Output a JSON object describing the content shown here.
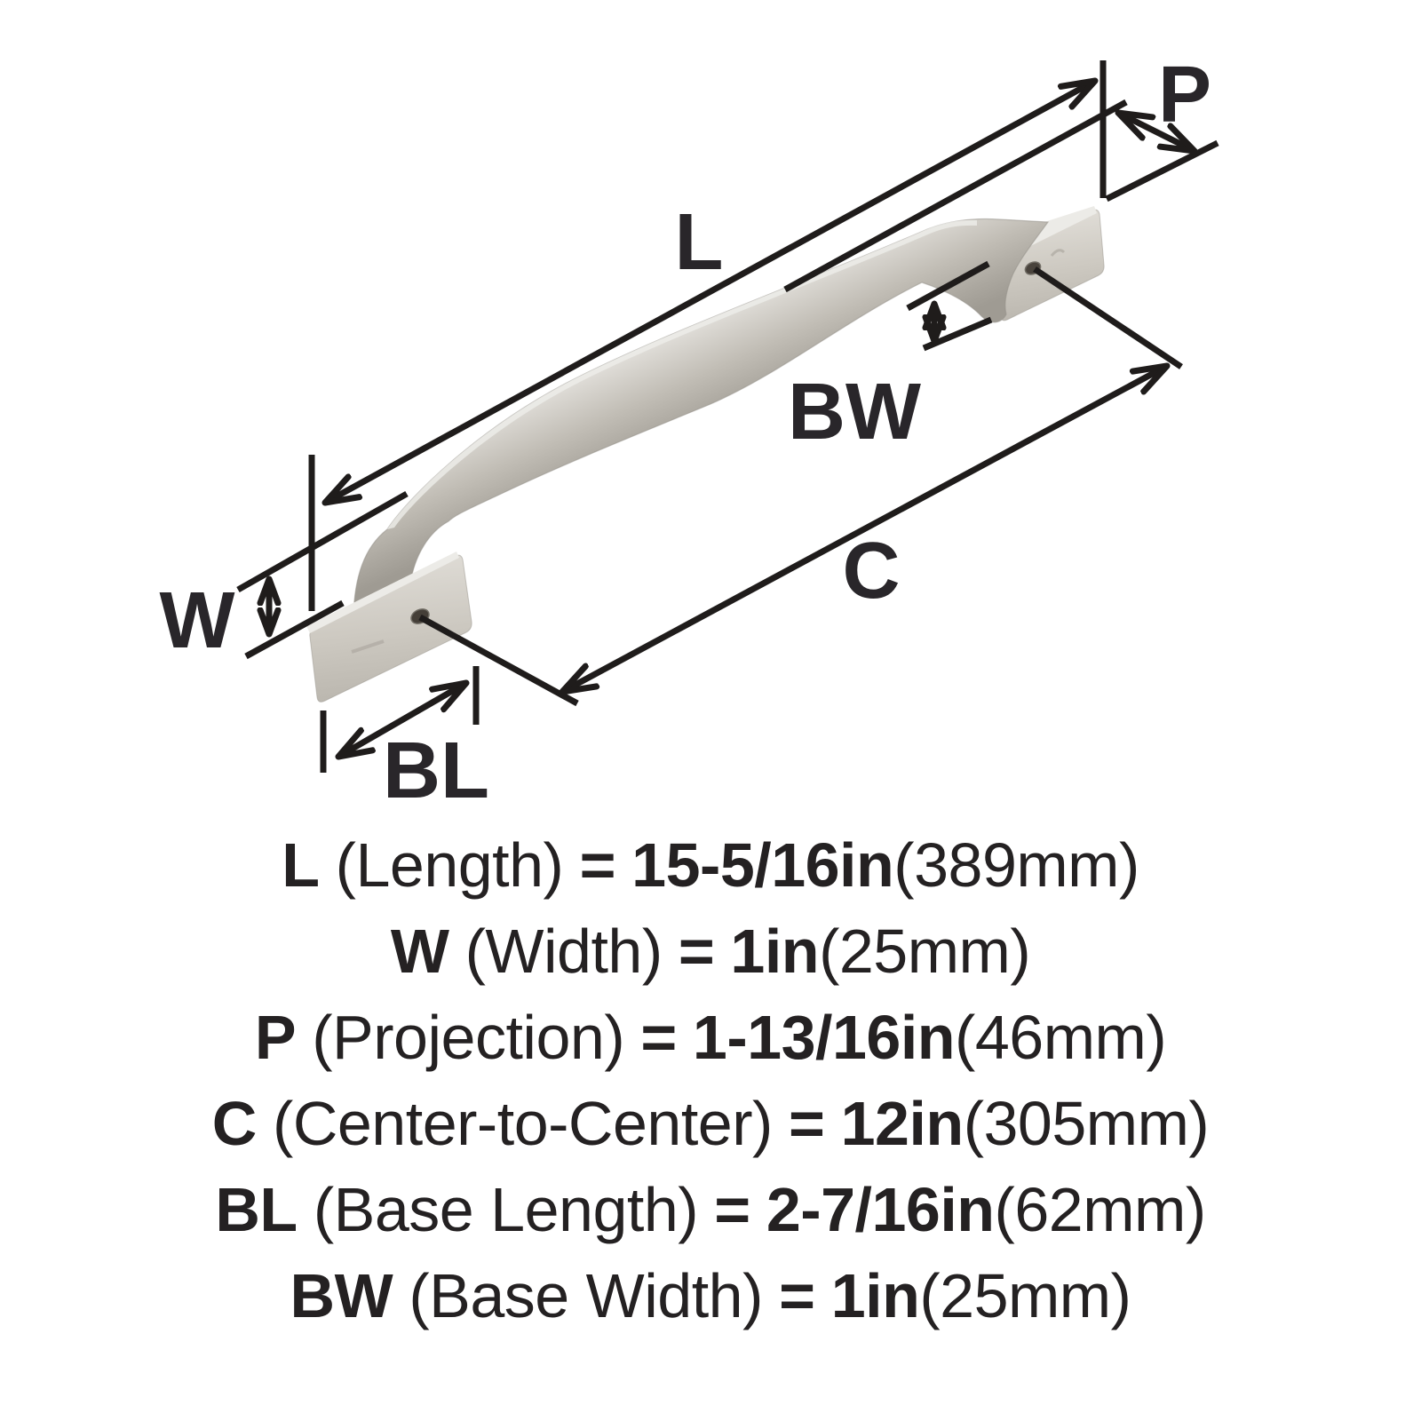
{
  "diagram": {
    "labels": {
      "L": "L",
      "P": "P",
      "BW": "BW",
      "C": "C",
      "W": "W",
      "BL": "BL"
    },
    "handle_base_color": "#c8c4bc",
    "handle_highlight_color": "#e7e5e1",
    "handle_shadow_color": "#a09c94",
    "line_color": "#1f1c1b"
  },
  "specs": {
    "equals": "=",
    "rows": [
      {
        "symbol": "L",
        "name": "(Length)",
        "value": "15-5/16in",
        "metric": "(389mm)"
      },
      {
        "symbol": "W",
        "name": "(Width)",
        "value": "1in",
        "metric": "(25mm)"
      },
      {
        "symbol": "P",
        "name": "(Projection)",
        "value": "1-13/16in",
        "metric": "(46mm)"
      },
      {
        "symbol": "C",
        "name": "(Center-to-Center)",
        "value": "12in",
        "metric": "(305mm)"
      },
      {
        "symbol": "BL",
        "name": "(Base Length)",
        "value": "2-7/16in",
        "metric": "(62mm)"
      },
      {
        "symbol": "BW",
        "name": "(Base Width)",
        "value": "1in",
        "metric": "(25mm)"
      }
    ]
  }
}
